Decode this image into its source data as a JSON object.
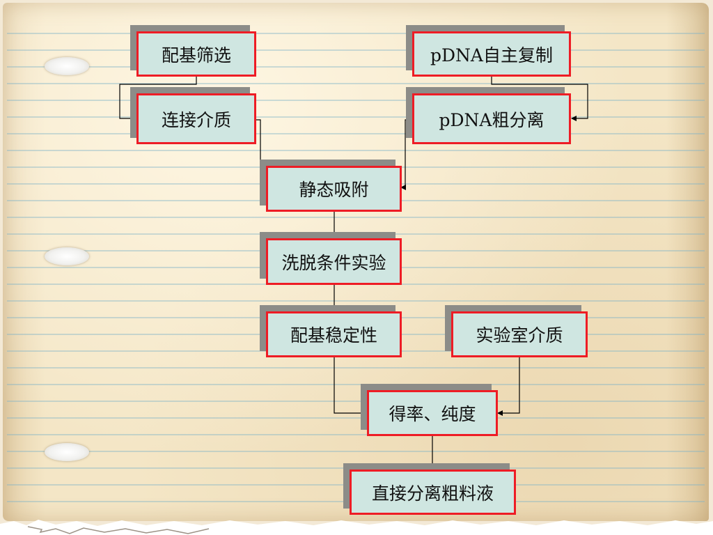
{
  "nodes": {
    "ligand_screening": "配基筛选",
    "pdna_replication": "pDNA自主复制",
    "linking_media": "连接介质",
    "pdna_crude_separation": "pDNA粗分离",
    "static_adsorption": "静态吸附",
    "elution_experiment": "洗脱条件实验",
    "ligand_stability": "配基稳定性",
    "lab_media": "实验室介质",
    "yield_purity": "得率、纯度",
    "direct_crude_separation": "直接分离粗料液"
  },
  "colors": {
    "node_fill": "#cfe6e1",
    "node_border": "#ee1c25",
    "node_shadow": "#8c8c88",
    "paper": "#f4e6c6",
    "ruled_line": "#7fb3c7"
  }
}
